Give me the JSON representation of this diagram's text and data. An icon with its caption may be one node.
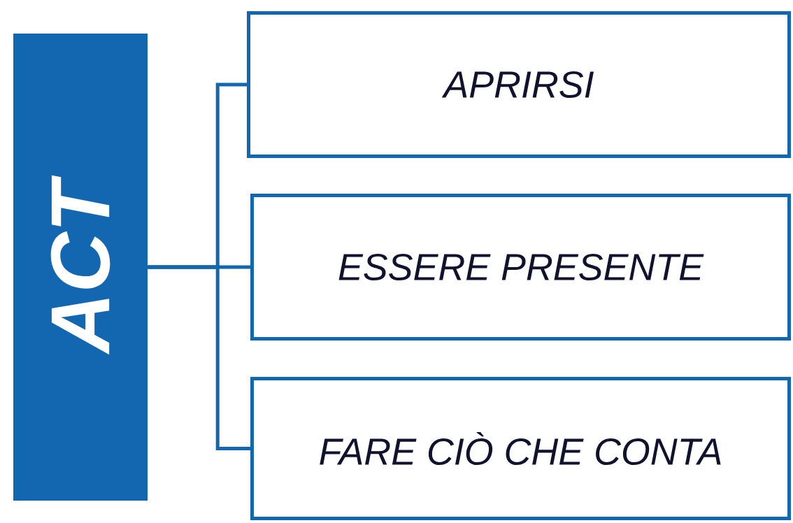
{
  "diagram": {
    "nodes": [
      {
        "text": [
          "ACT"
        ]
      },
      {
        "text": [
          "APRIRSI"
        ]
      },
      {
        "text": [
          "ESSERE PRESENTE"
        ]
      },
      {
        "text": [
          "FARE CIÒ CHE CONTA"
        ]
      }
    ],
    "edges": [
      {
        "from": 0,
        "to": 1,
        "arrow": "none"
      },
      {
        "from": 0,
        "to": 2,
        "arrow": "none"
      },
      {
        "from": 0,
        "to": 3,
        "arrow": "none"
      }
    ]
  }
}
